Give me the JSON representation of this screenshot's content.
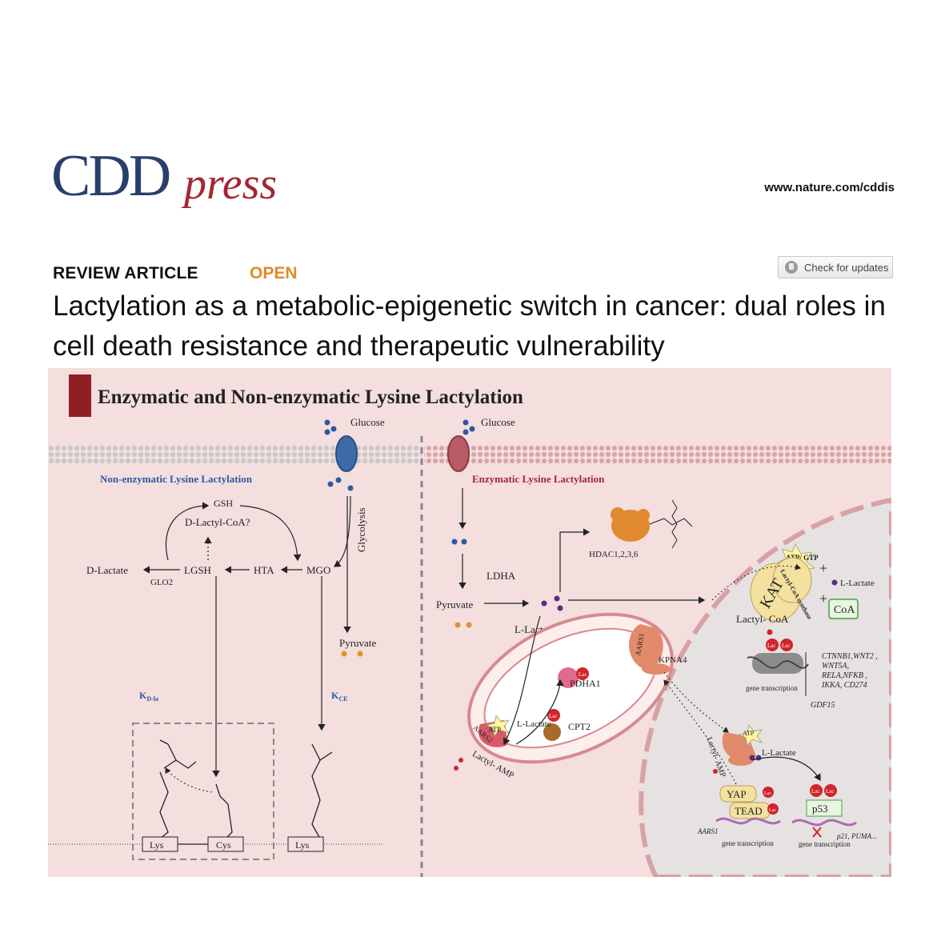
{
  "header": {
    "logo_main": "CDD",
    "logo_italic": "press",
    "url": "www.nature.com/cddis",
    "article_type": "REVIEW ARTICLE",
    "access": "OPEN",
    "check_updates": "Check for updates"
  },
  "article": {
    "title": "Lactylation as a metabolic-epigenetic switch in cancer: dual roles in cell death resistance and therapeutic vulnerability"
  },
  "figure": {
    "heading": "Enzymatic and Non-enzymatic Lysine Lactylation",
    "glucose": "Glucose",
    "nonenzymatic": "Non-enzymatic Lysine Lactylation",
    "enzymatic": "Enzymatic Lysine Lactylation",
    "gsh": "GSH",
    "dlactylcoa": "D-Lactyl-CoA?",
    "dlactate": "D-Lactate",
    "lgsh": "LGSH",
    "hta": "HTA",
    "mgo": "MGO",
    "glo2": "GLO2",
    "glycolysis": "Glycolysis",
    "pyruvate": "Pyruvate",
    "kdla_main": "K",
    "kdla_sub": "D-la",
    "kce_main": "K",
    "kce_sub": "CE",
    "lys": "Lys",
    "cys": "Cys",
    "ldha": "LDHA",
    "llactate": "L-Lactate",
    "hdac": "HDAC1,2,3,6",
    "atp": "ATP",
    "atp_gtp": "ATP/ GTP",
    "lactylcoa_synthase": "Lactyl-CoA synthase",
    "kat": "KAT",
    "lactylcoa": "Lactyl- CoA",
    "coa": "CoA",
    "plus": "+",
    "pdha1": "PDHA1",
    "cpt2": "CPT2",
    "aars2": "AARS2",
    "aars1": "AARS1",
    "kpna4": "KPNA4",
    "lactyl_amp": "Lactyl- AMP",
    "lac": "Lac",
    "genes": [
      "CTNNB1,WNT2 ,",
      "WNT5A,",
      "RELA,NFKB ,",
      "IKKA, CD274"
    ],
    "gdf15": "GDF15",
    "gene_transcription": "gene transcription",
    "yap": "YAP",
    "tead": "TEAD",
    "p53": "p53",
    "p21": "p21, PUMA..."
  }
}
